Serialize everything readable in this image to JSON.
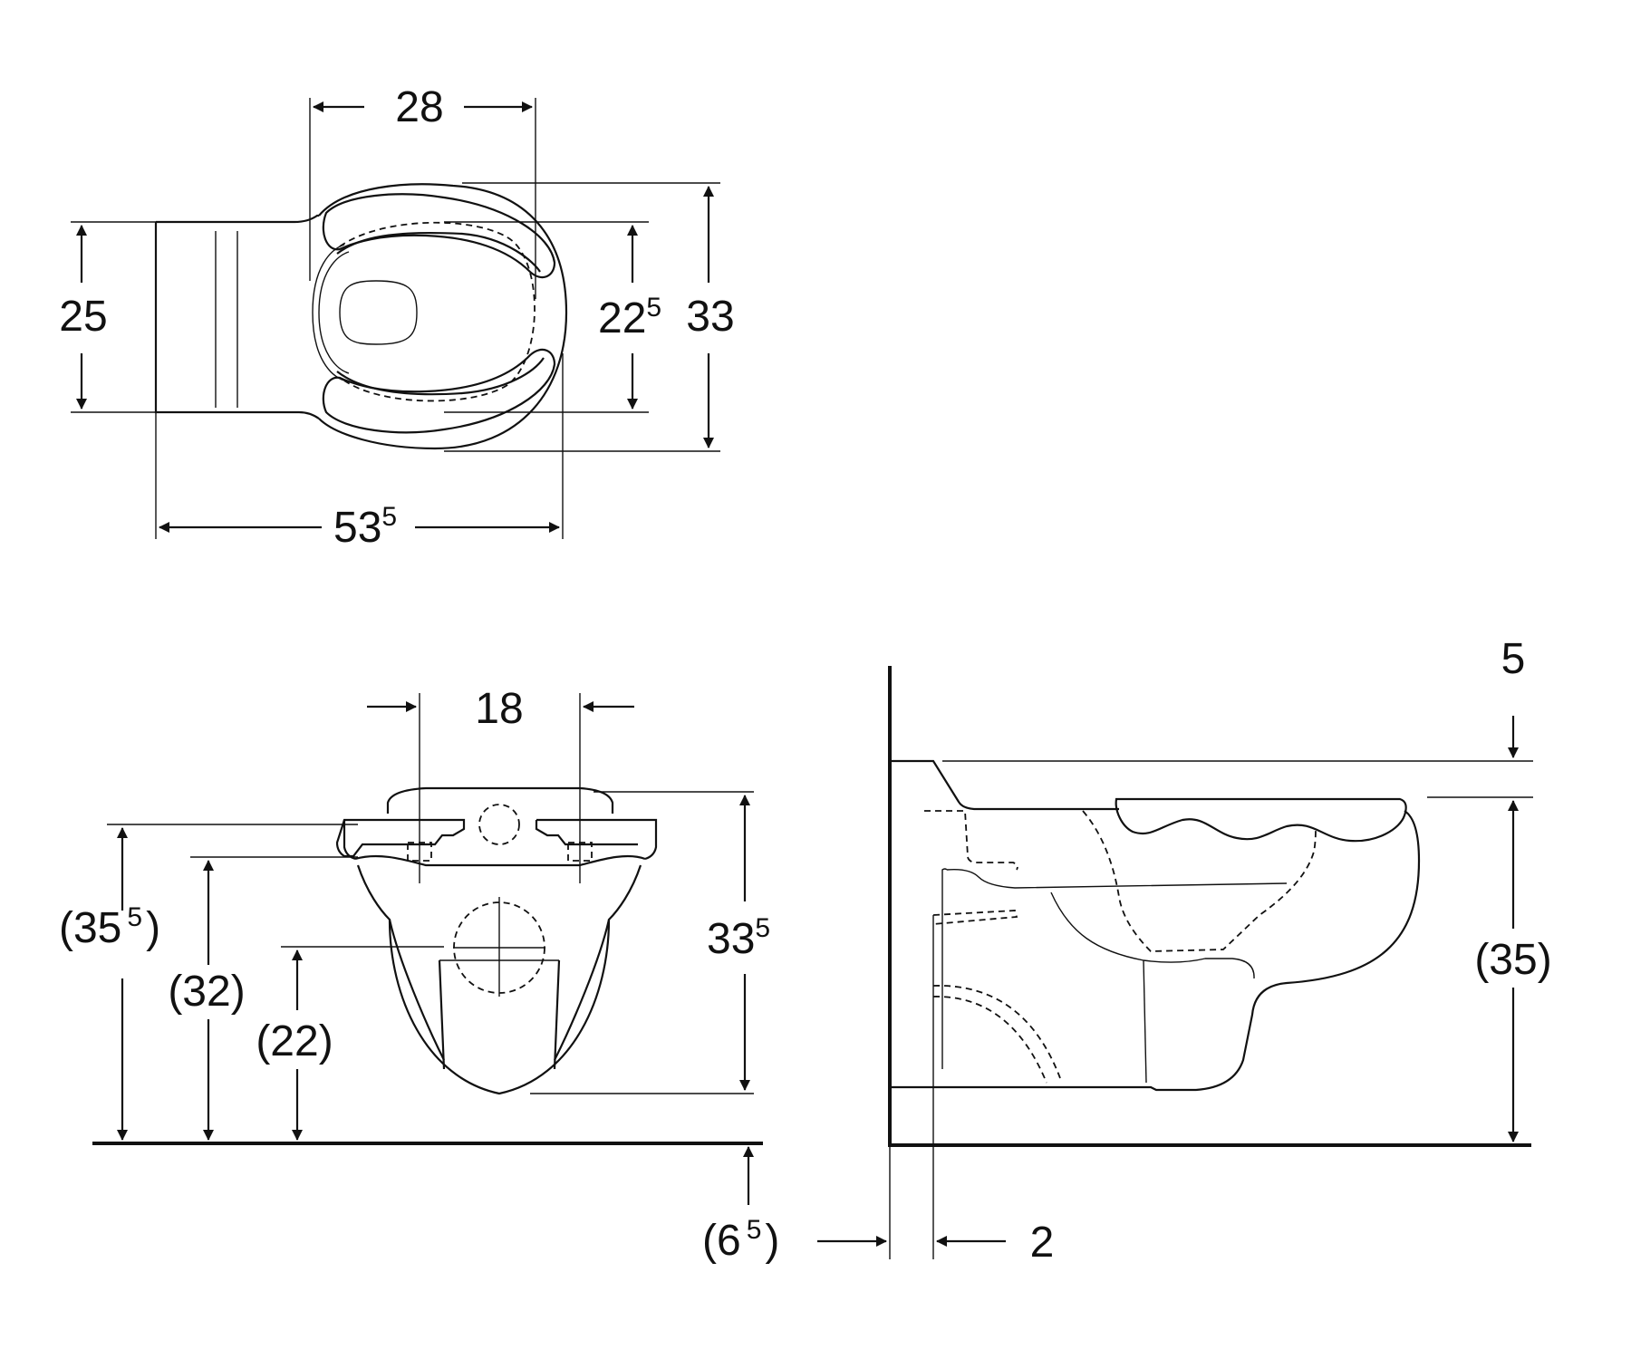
{
  "top_view": {
    "dim_width_seat": "28",
    "dim_depth_rear": "25",
    "dim_inner": {
      "main": "22",
      "sup": "5"
    },
    "dim_width_outer": "33",
    "dim_length": {
      "main": "53",
      "sup": "5"
    }
  },
  "front_view": {
    "dim_fixing_spacing": "18",
    "dim_seat_height": {
      "open": "(35",
      "sup": "5",
      "close": ")"
    },
    "dim_rim_height": "(32)",
    "dim_outlet_height": "(22)",
    "dim_bowl_height": {
      "main": "33",
      "sup": "5"
    },
    "dim_floor_offset": {
      "open": "(6",
      "sup": "5",
      "close": ")"
    }
  },
  "side_view": {
    "dim_top_offset": "5",
    "dim_height": "(35)",
    "dim_wall_gap": "2"
  }
}
